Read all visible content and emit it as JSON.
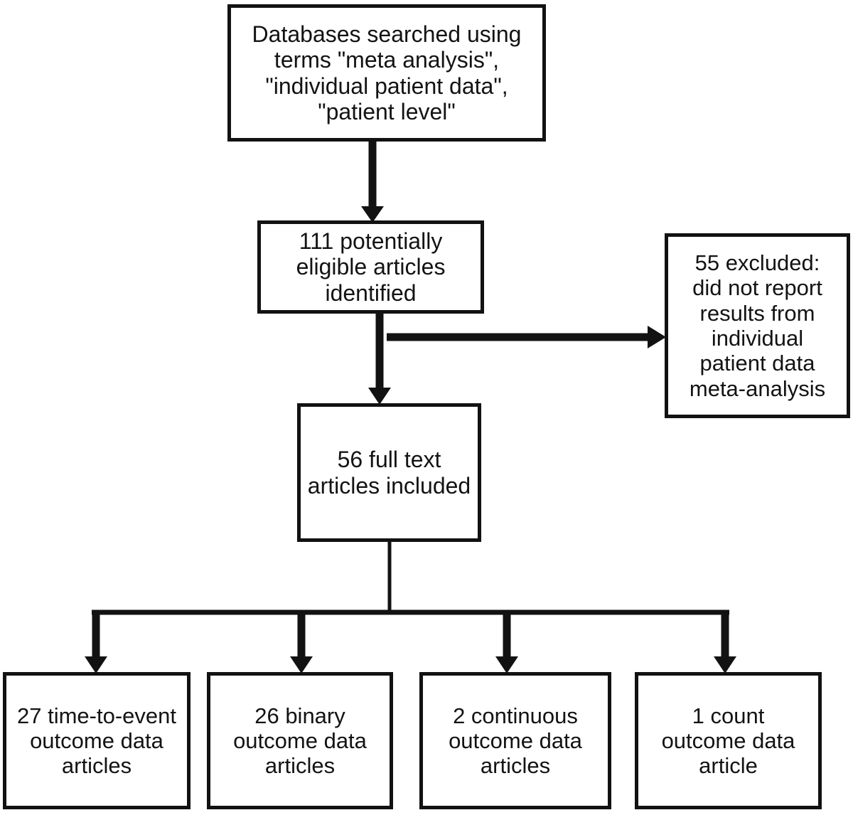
{
  "figure": {
    "type": "flowchart",
    "background": "#ffffff",
    "line_color": "#121212",
    "nodes": {
      "search": {
        "label": "Databases searched using\nterms \"meta analysis\",\n\"individual patient data\",\n\"patient level\""
      },
      "eligible": {
        "label": "111 potentially\neligible articles\nidentified",
        "count": 111
      },
      "excluded": {
        "label": "55 excluded:\ndid not report\nresults from\nindividual\npatient data\nmeta-analysis",
        "count": 55
      },
      "fulltext": {
        "label": "56 full text\narticles included",
        "count": 56
      },
      "time_to_event": {
        "label": "27 time-to-event\noutcome data\narticles",
        "count": 27
      },
      "binary": {
        "label": "26 binary\noutcome data\narticles",
        "count": 26
      },
      "continuous": {
        "label": "2 continuous\noutcome data\narticles",
        "count": 2
      },
      "count": {
        "label": "1 count\noutcome data\narticle",
        "count": 1
      }
    }
  }
}
